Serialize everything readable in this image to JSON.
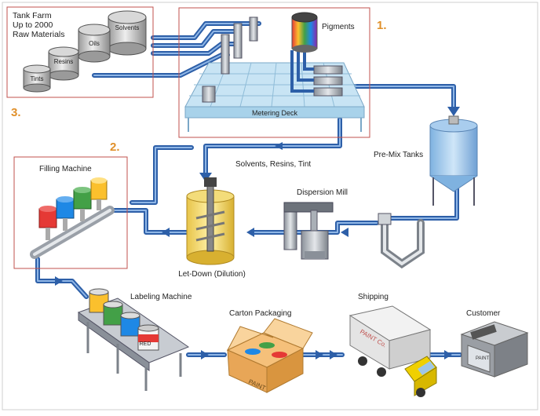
{
  "colors": {
    "pipe": "#2d5fa8",
    "pipe_light": "#8fb6e6",
    "box": "#c0504d",
    "step_number": "#e0902a",
    "deck": "#c8e4f4"
  },
  "steps": {
    "one": "1.",
    "two": "2.",
    "three": "3."
  },
  "tank_farm": {
    "title": "Tank Farm\nUp to 2000\nRaw Materials",
    "tanks": [
      "Solvents",
      "Oils",
      "Resins",
      "Tints"
    ]
  },
  "labels": {
    "pigments": "Pigments",
    "metering_deck": "Metering Deck",
    "pre_mix_tanks": "Pre-Mix Tanks",
    "solvents_resins_tint": "Solvents, Resins, Tint",
    "filling_machine": "Filling Machine",
    "dispersion_mill": "Dispersion Mill",
    "let_down": "Let-Down (Dilution)",
    "labeling_machine": "Labeling Machine",
    "carton_packaging": "Carton Packaging",
    "shipping": "Shipping",
    "customer": "Customer"
  },
  "product_text": {
    "can_red": "RED",
    "carton": "PAINT",
    "truck": "PAINT Co.",
    "store": "PAINT"
  },
  "icons": [
    "tank-icon",
    "pigment-tank-icon",
    "mixer-icon",
    "mill-icon",
    "flowmeter-icon",
    "paint-can-icon",
    "truck-icon",
    "store-icon",
    "arrow-icon"
  ]
}
